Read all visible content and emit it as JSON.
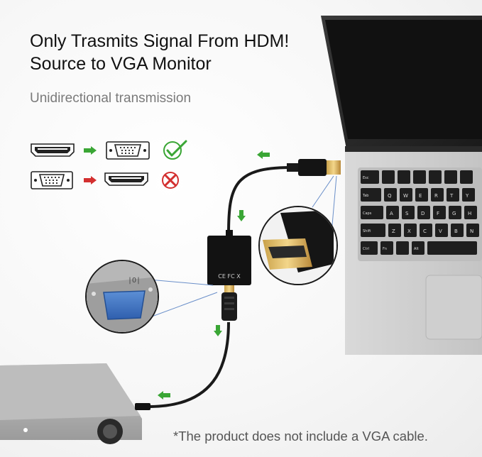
{
  "headline": {
    "line1": "Only Trasmits Signal From HDM!",
    "line2": "Source to VGA Monitor"
  },
  "subtitle": "Unidirectional transmission",
  "legend": [
    {
      "from": "hdmi-port-icon",
      "to": "vga-port-icon",
      "arrow_color": "#3aa635",
      "result": "check-icon",
      "result_color": "#3aa635"
    },
    {
      "from": "vga-port-icon",
      "to": "hdmi-port-icon",
      "arrow_color": "#d32f2f",
      "result": "cross-icon",
      "result_color": "#d32f2f"
    }
  ],
  "adapter_marks": "CE FC X",
  "keyboard": {
    "row_esc": "Esc",
    "row_tab": "Tab",
    "row_caps": "Caps",
    "row_shift": "Shift",
    "row_ctrl": "Ctrl",
    "row_fn": "Fn",
    "row_alt": "Alt",
    "letters_row1": [
      "Q",
      "W",
      "E",
      "R",
      "T",
      "Y"
    ],
    "letters_row2": [
      "A",
      "S",
      "D",
      "F",
      "G",
      "H"
    ],
    "letters_row3": [
      "Z",
      "X",
      "C",
      "V",
      "B",
      "N"
    ]
  },
  "flow_arrow_color": "#3aa635",
  "footnote": "*The product does not include a VGA cable."
}
